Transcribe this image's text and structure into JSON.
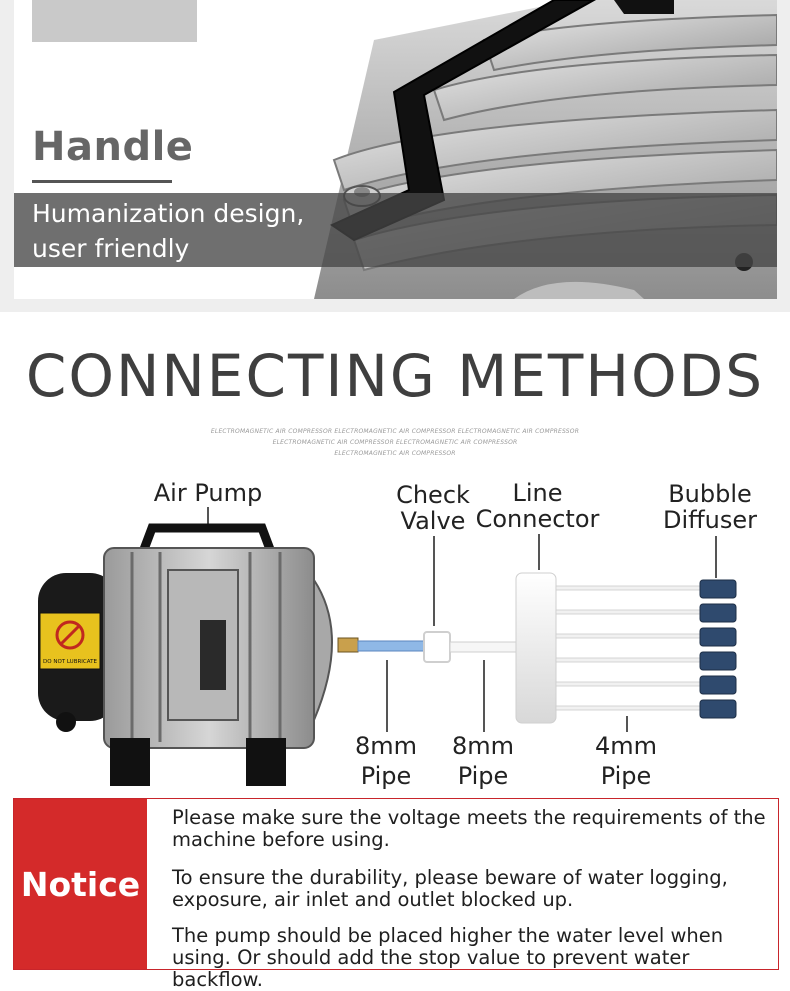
{
  "feature": {
    "title": "Handle",
    "caption_line1": "Humanization design,",
    "caption_line2": "user friendly"
  },
  "connecting": {
    "title": "CONNECTING METHODS",
    "subtitle_lines": [
      "ELECTROMAGNETIC AIR COMPRESSOR   ELECTROMAGNETIC AIR COMPRESSOR  ELECTROMAGNETIC AIR COMPRESSOR",
      "ELECTROMAGNETIC AIR COMPRESSOR  ELECTROMAGNETIC AIR COMPRESSOR",
      "ELECTROMAGNETIC AIR COMPRESSOR"
    ],
    "labels": {
      "air_pump": "Air Pump",
      "check_valve_1": "Check",
      "check_valve_2": "Valve",
      "line_connector_1": "Line",
      "line_connector_2": "Connector",
      "bubble_diffuser_1": "Bubble",
      "bubble_diffuser_2": "Diffuser",
      "pipe_a_1": "8mm",
      "pipe_a_2": "Pipe",
      "pipe_b_1": "8mm",
      "pipe_b_2": "Pipe",
      "pipe_c_1": "4mm",
      "pipe_c_2": "Pipe"
    },
    "pump_sticker": "DO NOT LUBRICATE"
  },
  "notice": {
    "title": "Notice",
    "paragraphs": [
      "Please make sure the voltage meets the requirements of the machine before using.",
      "To ensure the durability, please beware of water logging, exposure, air inlet and outlet blocked up.",
      "The pump should be placed higher the water level when using. Or should add the stop value to prevent water backflow."
    ]
  },
  "colors": {
    "notice_red": "#d42a2a",
    "diffuser_blue": "#2f4a6e",
    "pipe_blue": "#8fb8e6"
  }
}
